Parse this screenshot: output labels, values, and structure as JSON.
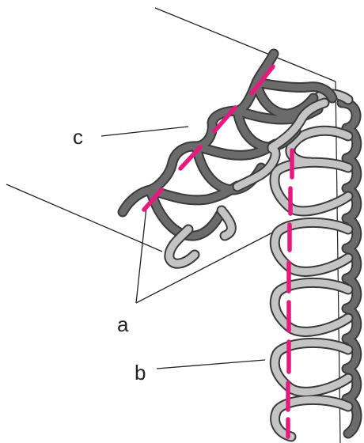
{
  "labels": {
    "a": "a",
    "b": "b",
    "c": "c"
  },
  "colors": {
    "background": "#ffffff",
    "leader_line": "#222222",
    "dark_yarn": "#6b6b6b",
    "light_yarn": "#c4c4c4",
    "yarn_outline": "#3a3a3a",
    "stitch_marker": "#e5197e",
    "fabric_edge": "#222222"
  }
}
